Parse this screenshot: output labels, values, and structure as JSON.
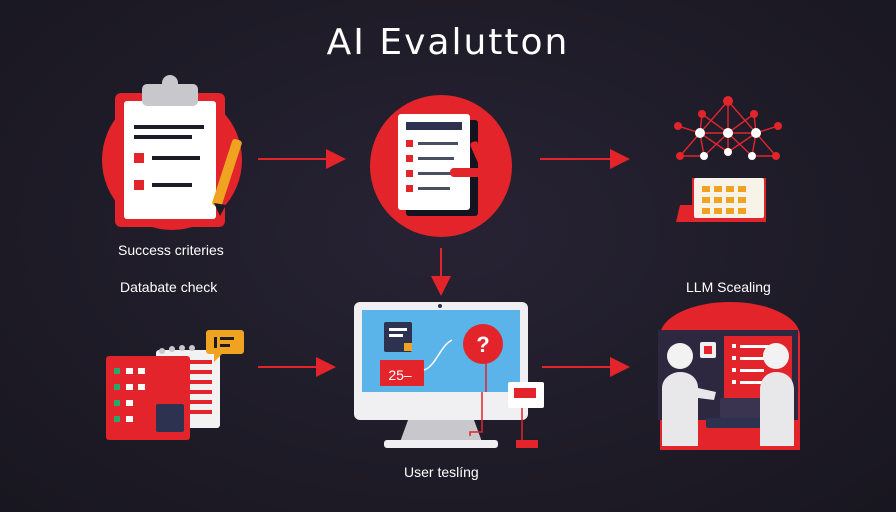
{
  "title": "AI  Evalutton",
  "nodes": {
    "success_criteria": {
      "label": "Success criteries",
      "icon": "clipboard-checklist-icon"
    },
    "database_check": {
      "label": "Databate check",
      "icon": "database-cards-icon"
    },
    "document_review": {
      "icon": "document-review-icon"
    },
    "user_testing": {
      "label": "User teslíng",
      "icon": "monitor-test-icon",
      "screen_text_1": "25–",
      "screen_text_2": "?"
    },
    "network": {
      "icon": "neural-network-icon"
    },
    "llm_scaling": {
      "label": "LLM Scealing",
      "icon": "people-presentation-icon"
    }
  },
  "colors": {
    "background": "#1f1c29",
    "accent": "#e3242b",
    "text": "#ffffff"
  }
}
